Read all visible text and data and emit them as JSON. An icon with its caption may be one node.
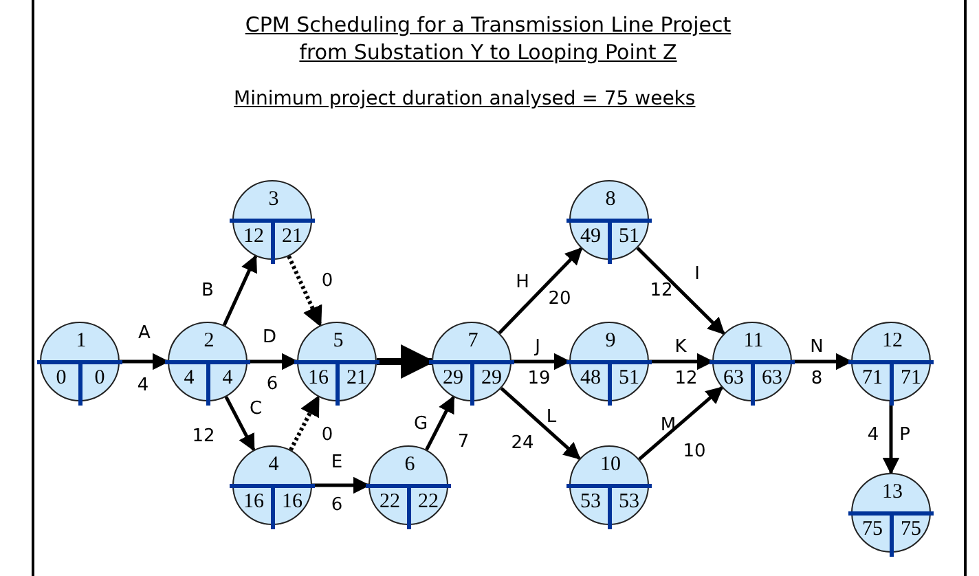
{
  "diagram": {
    "title": "CPM Scheduling for a Transmission Line Project from Substation Y to Looping Point Z",
    "nodes": [
      {
        "text": [
          "1",
          "0",
          "0"
        ]
      },
      {
        "text": [
          "2",
          "4",
          "4"
        ]
      },
      {
        "text": [
          "3",
          "12",
          "21"
        ]
      },
      {
        "text": [
          "4",
          "16",
          "16"
        ]
      },
      {
        "text": [
          "5",
          "16",
          "21"
        ]
      },
      {
        "text": [
          "6",
          "22",
          "22"
        ]
      },
      {
        "text": [
          "7",
          "29",
          "29"
        ]
      },
      {
        "text": [
          "8",
          "49",
          "51"
        ]
      },
      {
        "text": [
          "9",
          "48",
          "51"
        ]
      },
      {
        "text": [
          "10",
          "53",
          "53"
        ]
      },
      {
        "text": [
          "11",
          "63",
          "63"
        ]
      },
      {
        "text": [
          "12",
          "71",
          "71"
        ]
      },
      {
        "text": [
          "13",
          "75",
          "75"
        ]
      }
    ],
    "edges": [
      {
        "from": 0,
        "to": 1,
        "arrow": "to",
        "label": "A"
      },
      {
        "from": 1,
        "to": 2,
        "arrow": "to",
        "label": "B"
      },
      {
        "from": 1,
        "to": 4,
        "arrow": "to",
        "label": "D"
      },
      {
        "from": 1,
        "to": 3,
        "arrow": "to",
        "label": "C"
      },
      {
        "from": 2,
        "to": 4,
        "arrow": "to",
        "label": "0",
        "style": "dashed"
      },
      {
        "from": 3,
        "to": 4,
        "arrow": "to",
        "label": "0",
        "style": "dashed"
      },
      {
        "from": 3,
        "to": 5,
        "arrow": "to",
        "label": "E"
      },
      {
        "from": 4,
        "to": 6,
        "arrow": "to",
        "style": "thick"
      },
      {
        "from": 5,
        "to": 6,
        "arrow": "to",
        "label": "G"
      },
      {
        "from": 6,
        "to": 7,
        "arrow": "to",
        "label": "H"
      },
      {
        "from": 6,
        "to": 8,
        "arrow": "to",
        "label": "J"
      },
      {
        "from": 6,
        "to": 9,
        "arrow": "to",
        "label": "L"
      },
      {
        "from": 7,
        "to": 10,
        "arrow": "to",
        "label": "I"
      },
      {
        "from": 8,
        "to": 10,
        "arrow": "to",
        "label": "K"
      },
      {
        "from": 9,
        "to": 10,
        "arrow": "to",
        "label": "M"
      },
      {
        "from": 10,
        "to": 11,
        "arrow": "to",
        "label": "N"
      },
      {
        "from": 11,
        "to": 12,
        "arrow": "to",
        "label": "P"
      }
    ],
    "labels": [
      "Minimum project duration analysed = 75 weeks",
      "4",
      "6",
      "12",
      "6",
      "7",
      "20",
      "19",
      "24",
      "12",
      "12",
      "10",
      "8",
      "4"
    ]
  }
}
